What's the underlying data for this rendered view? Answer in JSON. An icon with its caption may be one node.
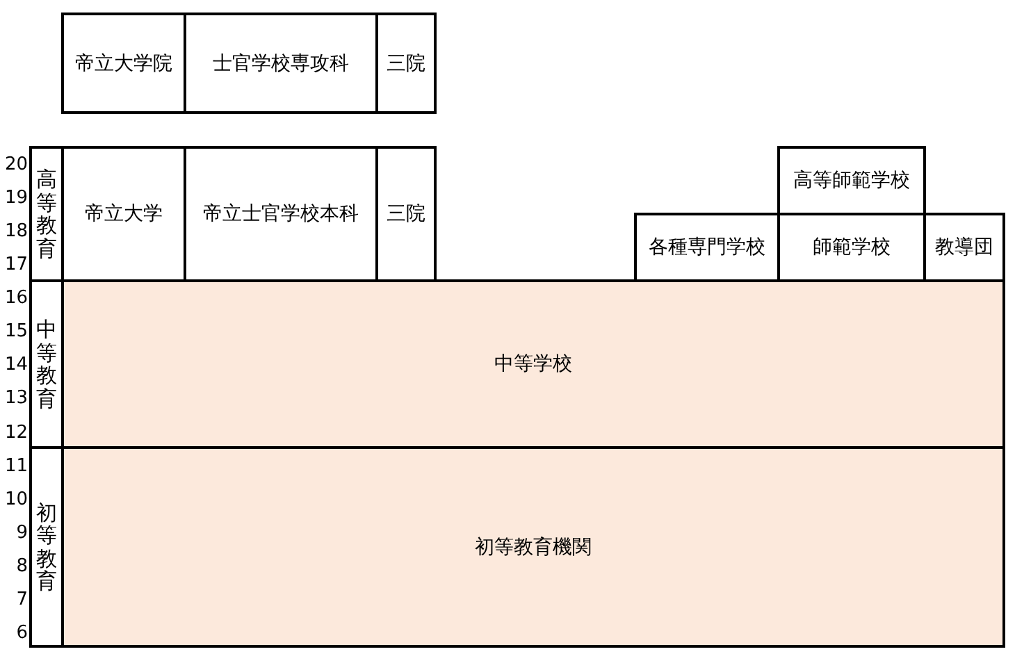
{
  "diagram": {
    "nodes": [
      {
        "text": [
          "帝立大学院"
        ]
      },
      {
        "text": [
          "士官学校専攻科"
        ]
      },
      {
        "text": [
          "三院"
        ]
      },
      {
        "text": [
          "高等教育"
        ]
      },
      {
        "text": [
          "帝立大学"
        ]
      },
      {
        "text": [
          "帝立士官学校本科"
        ]
      },
      {
        "text": [
          "三院"
        ]
      },
      {
        "text": [
          "高等師範学校"
        ]
      },
      {
        "text": [
          "各種専門学校"
        ]
      },
      {
        "text": [
          "師範学校"
        ]
      },
      {
        "text": [
          "教導団"
        ]
      },
      {
        "text": [
          "中等教育"
        ]
      },
      {
        "text": [
          "中等学校"
        ]
      },
      {
        "text": [
          "初等教育"
        ]
      },
      {
        "text": [
          "初等教育機関"
        ]
      }
    ],
    "edges": [],
    "labels": [
      "20",
      "19",
      "18",
      "17",
      "16",
      "15",
      "14",
      "13",
      "12",
      "11",
      "10",
      "9",
      "8",
      "7",
      "6"
    ]
  }
}
